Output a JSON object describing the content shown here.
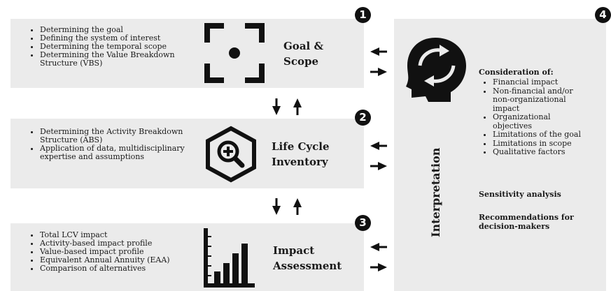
{
  "sections": [
    {
      "number": "1",
      "title": "Goal & Scope",
      "items": [
        "Determining the goal",
        "Defining the system of interest",
        "Determining the temporal scope",
        "Determining the Value Breakdown Structure (VBS)"
      ],
      "icon": "focus-target-icon"
    },
    {
      "number": "2",
      "title": "Life Cycle Inventory",
      "items": [
        "Determining the Activity Breakdown Structure (ABS)",
        "Application of data, multidisciplinary expertise and assumptions"
      ],
      "icon": "hexagon-magnifier-plus-icon"
    },
    {
      "number": "3",
      "title": "Impact Assessment",
      "items": [
        "Total LCV impact",
        "Activity-based impact profile",
        "Value-based impact profile",
        "Equivalent Annual Annuity (EAA)",
        "Comparison of alternatives"
      ],
      "icon": "bar-chart-icon"
    }
  ],
  "interpretation": {
    "number": "4",
    "title": "Interpretation",
    "icon": "head-arrows-icon",
    "consideration_heading": "Consideration of:",
    "considerations": [
      "Financial impact",
      "Non-financial and/or non-organizational impact",
      "Organizational objectives",
      "Limitations of the goal",
      "Limitations in scope",
      "Qualitative factors"
    ],
    "sensitivity": "Sensitivity analysis",
    "recommendations": "Recommendations for decision-makers"
  },
  "colors": {
    "panel": "#ebebeb",
    "ink": "#111111"
  }
}
